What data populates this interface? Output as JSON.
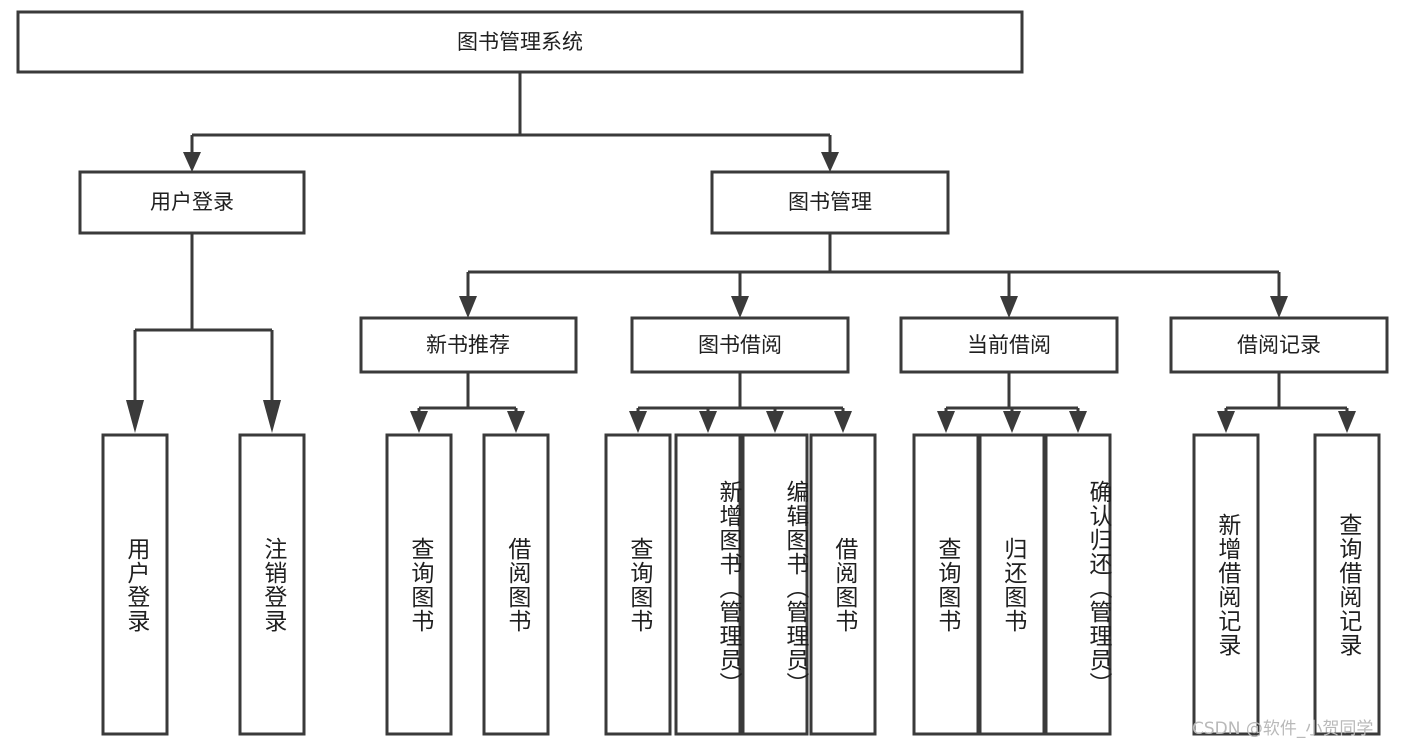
{
  "diagram": {
    "type": "tree-hierarchy",
    "title": "图书管理系统",
    "colors": {
      "box_stroke": "#3a3a3a",
      "box_fill": "#ffffff",
      "connector": "#3a3a3a",
      "text": "#1f1f1f",
      "watermark": "#b9b9b9",
      "background": "#ffffff"
    },
    "levels": {
      "level1": [
        {
          "id": "root",
          "label": "图书管理系统",
          "orientation": "horizontal"
        }
      ],
      "level2": [
        {
          "id": "login",
          "label": "用户登录",
          "orientation": "horizontal",
          "parent": "root"
        },
        {
          "id": "bookmgmt",
          "label": "图书管理",
          "orientation": "horizontal",
          "parent": "root"
        }
      ],
      "level3": [
        {
          "id": "newbook",
          "label": "新书推荐",
          "orientation": "horizontal",
          "parent": "bookmgmt"
        },
        {
          "id": "borrow",
          "label": "图书借阅",
          "orientation": "horizontal",
          "parent": "bookmgmt"
        },
        {
          "id": "current",
          "label": "当前借阅",
          "orientation": "horizontal",
          "parent": "bookmgmt"
        },
        {
          "id": "records",
          "label": "借阅记录",
          "orientation": "horizontal",
          "parent": "bookmgmt"
        }
      ],
      "level4": [
        {
          "id": "leaf-user-login",
          "label": "用户登录",
          "orientation": "vertical",
          "parent": "login"
        },
        {
          "id": "leaf-user-logout",
          "label": "注销登录",
          "orientation": "vertical",
          "parent": "login"
        },
        {
          "id": "leaf-query-book-1",
          "label": "查询图书",
          "orientation": "vertical",
          "parent": "newbook"
        },
        {
          "id": "leaf-borrow-book-1",
          "label": "借阅图书",
          "orientation": "vertical",
          "parent": "newbook"
        },
        {
          "id": "leaf-query-book-2",
          "label": "查询图书",
          "orientation": "vertical",
          "parent": "borrow"
        },
        {
          "id": "leaf-add-book",
          "label": "新增图书（管理员）",
          "orientation": "vertical",
          "parent": "borrow"
        },
        {
          "id": "leaf-edit-book",
          "label": "编辑图书（管理员）",
          "orientation": "vertical",
          "parent": "borrow"
        },
        {
          "id": "leaf-borrow-book-2",
          "label": "借阅图书",
          "orientation": "vertical",
          "parent": "borrow"
        },
        {
          "id": "leaf-query-book-3",
          "label": "查询图书",
          "orientation": "vertical",
          "parent": "current"
        },
        {
          "id": "leaf-return-book",
          "label": "归还图书",
          "orientation": "vertical",
          "parent": "current"
        },
        {
          "id": "leaf-confirm-return",
          "label": "确认归还（管理员）",
          "orientation": "vertical",
          "parent": "current"
        },
        {
          "id": "leaf-add-record",
          "label": "新增借阅记录",
          "orientation": "vertical",
          "parent": "records"
        },
        {
          "id": "leaf-query-record",
          "label": "查询借阅记录",
          "orientation": "vertical",
          "parent": "records"
        }
      ]
    },
    "watermark": "CSDN @软件_小贺同学"
  }
}
